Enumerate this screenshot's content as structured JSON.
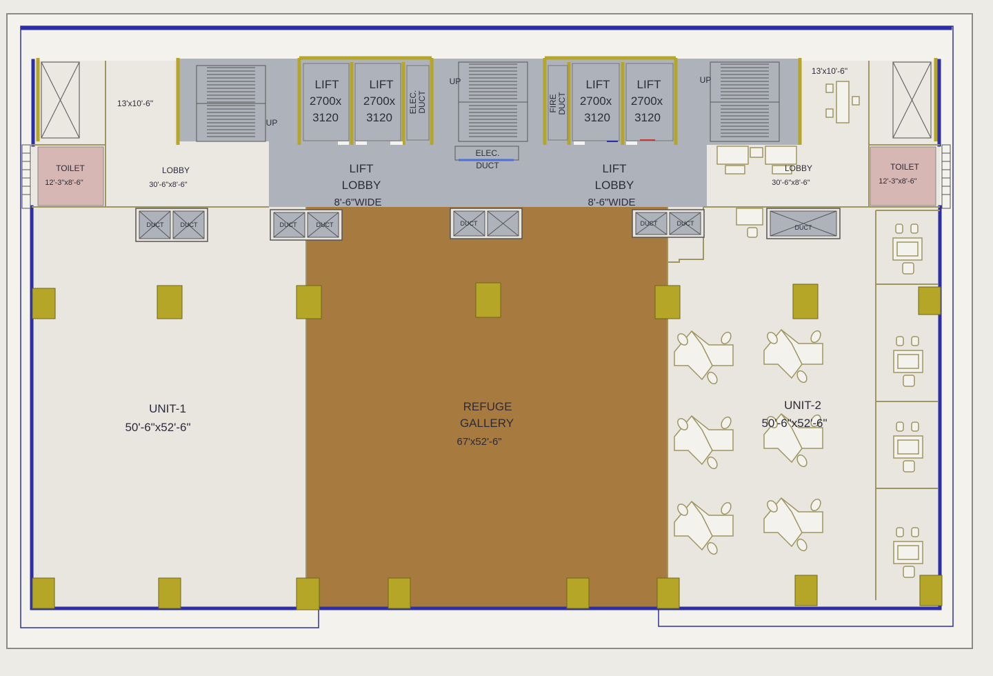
{
  "labels": {
    "room_left": "13'x10'-6\"",
    "room_right": "13'x10'-6\"",
    "toilet_left": "TOILET",
    "toilet_left_dim": "12'-3\"x8'-6\"",
    "toilet_right": "TOILET",
    "toilet_right_dim": "12'-3\"x8'-6\"",
    "lobby_left": "LOBBY",
    "lobby_left_dim": "30'-6\"x8'-6\"",
    "lobby_right": "LOBBY",
    "lobby_right_dim": "30'-6\"x8'-6\"",
    "up": "UP",
    "lift": "LIFT",
    "lift_size_a": "2700x",
    "lift_size_b": "3120",
    "elec_duct_v1": "ELEC.",
    "elec_duct_v2": "DUCT",
    "fire_duct_v1": "FIRE",
    "fire_duct_v2": "DUCT",
    "elec_duct_h1": "ELEC.",
    "elec_duct_h2": "DUCT",
    "lift_lobby_1": "LIFT",
    "lift_lobby_2": "LOBBY",
    "lift_lobby_3": "8'-6\"WIDE",
    "duct": "DUCT",
    "unit1_name": "UNIT-1",
    "unit1_dim": "50'-6\"x52'-6\"",
    "unit2_name": "UNIT-2",
    "unit2_dim": "50'-6\"x52'-6\"",
    "refuge_1": "REFUGE",
    "refuge_2": "GALLERY",
    "refuge_dim": "67'x52'-6\""
  },
  "colors": {
    "paper": "#ecebe6",
    "floor": "#e9e6df",
    "wall_blue": "#2c2fa6",
    "core_grey": "#aeb2ba",
    "refuge_brown": "#a77b3f",
    "column_olive": "#b5a628",
    "toilet_pink": "#d6b7b4",
    "olive_line": "#9e9560"
  }
}
